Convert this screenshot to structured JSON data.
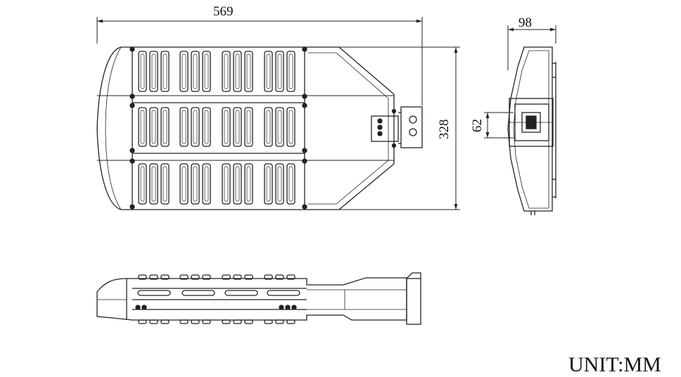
{
  "drawing": {
    "dimensions": {
      "overall_length": "569",
      "width": "328",
      "height": "98",
      "mount_size": "62"
    },
    "unit_label": "UNIT:MM"
  }
}
